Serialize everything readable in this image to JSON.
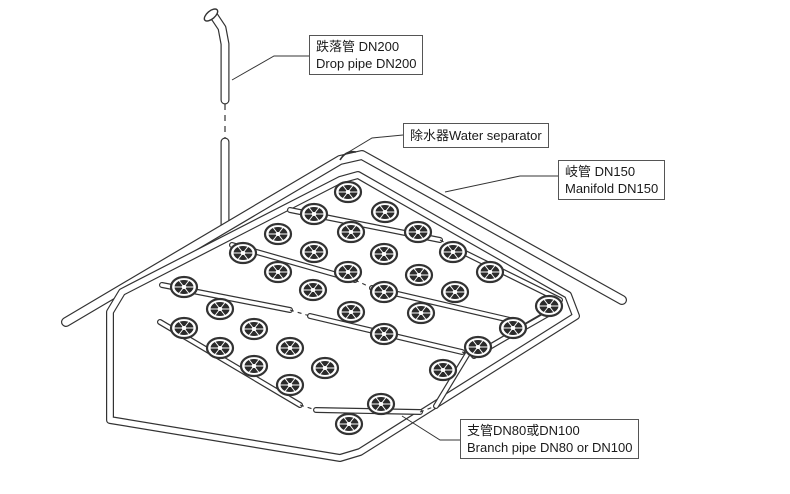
{
  "labels": {
    "drop_pipe": {
      "zh": "跌落管 DN200",
      "en": "Drop pipe DN200"
    },
    "water_separator": {
      "text": "除水器Water separator"
    },
    "manifold": {
      "zh": "岐管 DN150",
      "en": "Manifold DN150"
    },
    "branch_pipe": {
      "zh": "支管DN80或DN100",
      "en": "Branch pipe DN80 or DN100"
    }
  },
  "colors": {
    "line": "#333333",
    "pipe_fill": "#ffffff",
    "wheel_fill": "#2b2b2b"
  }
}
